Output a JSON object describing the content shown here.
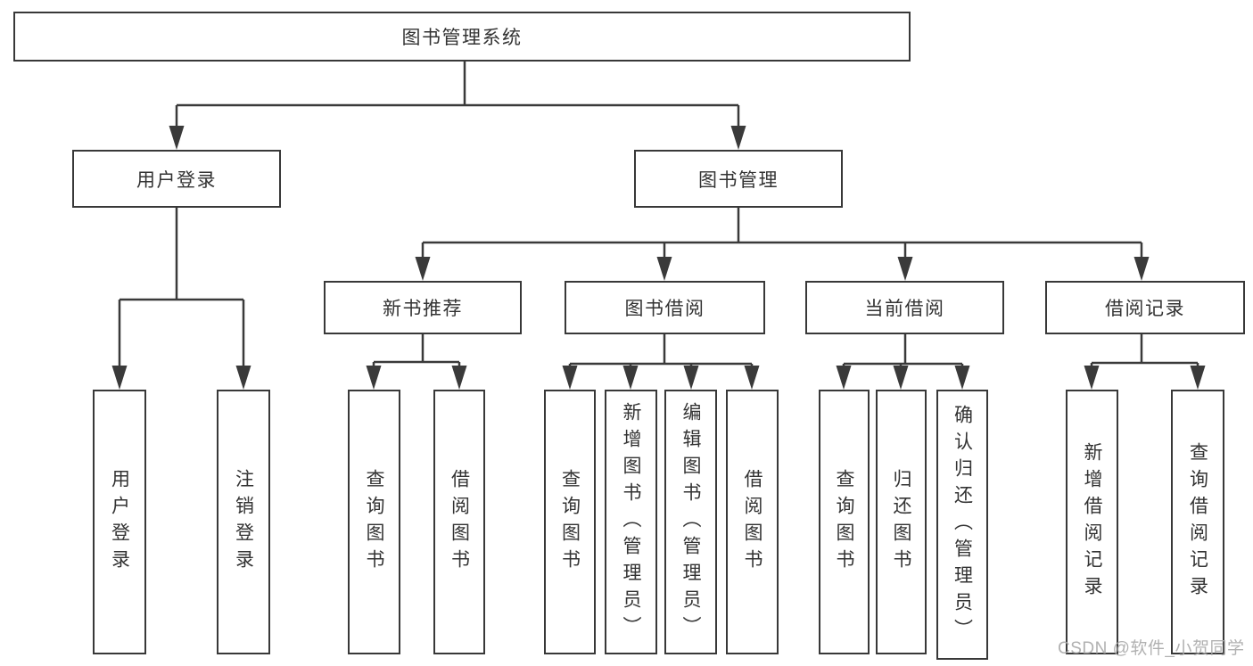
{
  "tree": {
    "root": {
      "label": "图书管理系统"
    },
    "branches": [
      {
        "label": "用户登录",
        "children": [
          {
            "label": "用户登录"
          },
          {
            "label": "注销登录"
          }
        ]
      },
      {
        "label": "图书管理",
        "children": [
          {
            "label": "新书推荐",
            "children": [
              {
                "label": "查询图书"
              },
              {
                "label": "借阅图书"
              }
            ]
          },
          {
            "label": "图书借阅",
            "children": [
              {
                "label": "查询图书"
              },
              {
                "label": "新增图书（管理员）"
              },
              {
                "label": "编辑图书（管理员）"
              },
              {
                "label": "借阅图书"
              }
            ]
          },
          {
            "label": "当前借阅",
            "children": [
              {
                "label": "查询图书"
              },
              {
                "label": "归还图书"
              },
              {
                "label": "确认归还（管理员）"
              }
            ]
          },
          {
            "label": "借阅记录",
            "children": [
              {
                "label": "新增借阅记录"
              },
              {
                "label": "查询借阅记录"
              }
            ]
          }
        ]
      }
    ]
  },
  "watermark": {
    "text": "CSDN @软件_小贺同学"
  },
  "colors": {
    "line": "#3a3a3a",
    "box_border": "#383838",
    "text": "#333333",
    "background": "#ffffff",
    "watermark": "#a8a8a8"
  }
}
